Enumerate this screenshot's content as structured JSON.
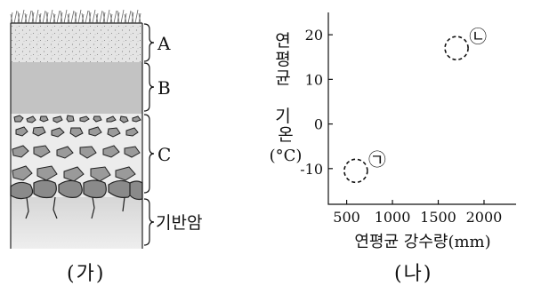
{
  "panel_a": {
    "caption": "(가)",
    "horizons": [
      {
        "label": "A"
      },
      {
        "label": "B"
      },
      {
        "label": "C"
      },
      {
        "label": "기반암"
      }
    ]
  },
  "panel_b": {
    "caption": "(나)",
    "ylabel_line1": "연평균 기온",
    "ylabel_unit": "(°C)",
    "xlabel": "연평균 강수량(mm)"
  },
  "chart_data": {
    "type": "scatter",
    "xlabel": "연평균 강수량(mm)",
    "ylabel": "연평균 기온(°C)",
    "xlim": [
      300,
      2350
    ],
    "ylim": [
      -18,
      25
    ],
    "xticks": [
      500,
      1000,
      1500,
      2000
    ],
    "yticks": [
      -10,
      0,
      10,
      20
    ],
    "grid": false,
    "points": [
      {
        "label": "㉠",
        "x": 600,
        "y": -10.5
      },
      {
        "label": "㉡",
        "x": 1700,
        "y": 17
      }
    ]
  }
}
